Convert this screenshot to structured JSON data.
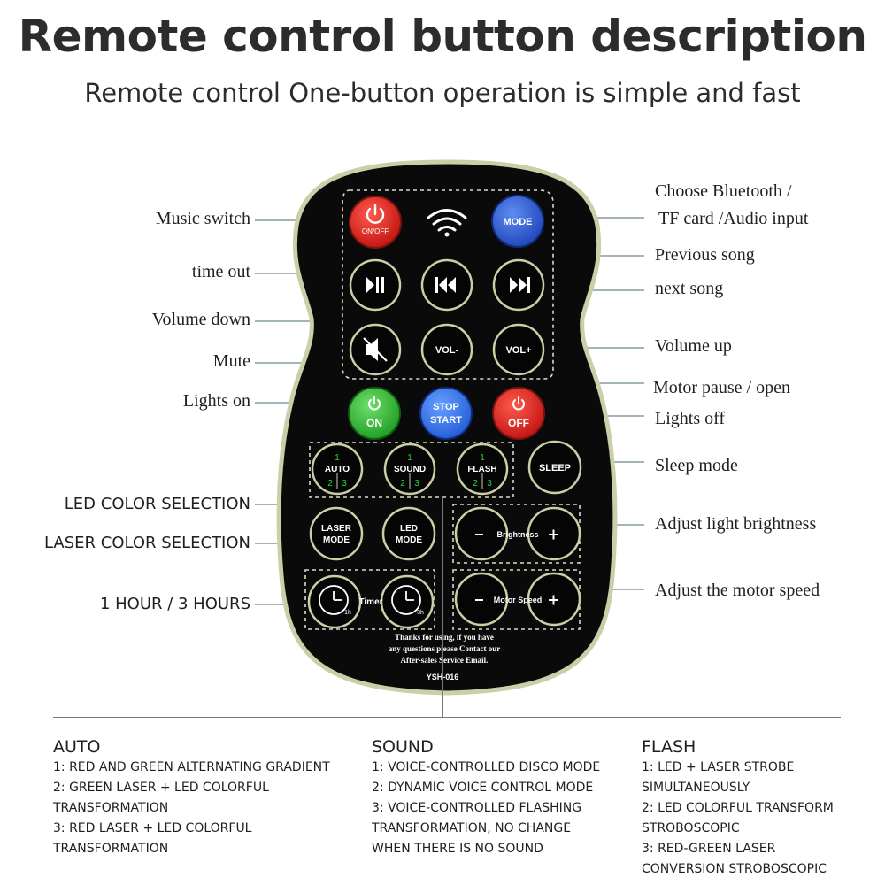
{
  "header": {
    "title": "Remote control button description",
    "subtitle": "Remote control One-button operation is simple and fast"
  },
  "remote": {
    "buttons": {
      "power": {
        "label": "ON/OFF",
        "color": "#e0251f"
      },
      "mode": {
        "label": "MODE",
        "color": "#2f5fd0"
      },
      "play_pause": {
        "label": ""
      },
      "previous": {
        "label": ""
      },
      "next": {
        "label": ""
      },
      "mute": {
        "label": ""
      },
      "vol_down": {
        "label": "VOL-"
      },
      "vol_up": {
        "label": "VOL+"
      },
      "lights_on": {
        "label": "ON",
        "color": "#2ab52e"
      },
      "stop_start": {
        "line1": "STOP",
        "line2": "START",
        "color": "#2f6fe0"
      },
      "lights_off": {
        "label": "OFF",
        "color": "#e0251f"
      },
      "auto": {
        "label": "AUTO"
      },
      "sound": {
        "label": "SOUND"
      },
      "flash": {
        "label": "FLASH"
      },
      "sleep": {
        "label": "SLEEP"
      },
      "laser_mode": {
        "line1": "LASER",
        "line2": "MODE"
      },
      "led_mode": {
        "line1": "LED",
        "line2": "MODE"
      },
      "brightness": {
        "label": "Brightness"
      },
      "timer": {
        "label": "Timer",
        "left": "1h",
        "right": "3h"
      },
      "motor_speed": {
        "label": "Motor Speed"
      }
    },
    "footer_lines": [
      "Thanks for using, if you have",
      "any questions please Contact our",
      "After-sales Service Email."
    ],
    "model": "YSH-016",
    "mode_numbers": [
      "1",
      "2",
      "3"
    ]
  },
  "labels": {
    "left": {
      "music_switch": "Music switch",
      "time_out": "time out",
      "volume_down": "Volume down",
      "mute": "Mute",
      "lights_on": "Lights on",
      "led_color": "LED COLOR SELECTION",
      "laser_color": "LASER COLOR SELECTION",
      "timer": "1 HOUR / 3 HOURS"
    },
    "right": {
      "choose_line1": "Choose Bluetooth /",
      "choose_line2": "TF card /Audio input",
      "previous_song": "Previous song",
      "next_song": "next song",
      "volume_up": "Volume up",
      "motor_pause": "Motor pause / open",
      "lights_off": "Lights off",
      "sleep_mode": "Sleep mode",
      "brightness": "Adjust light brightness",
      "motor_speed": "Adjust the motor speed"
    }
  },
  "modes": {
    "auto": {
      "title": "AUTO",
      "lines": [
        "1: RED AND GREEN ALTERNATING GRADIENT",
        "2: GREEN LASER + LED COLORFUL",
        "TRANSFORMATION",
        "3: RED LASER + LED COLORFUL",
        "TRANSFORMATION"
      ]
    },
    "sound": {
      "title": "SOUND",
      "lines": [
        "1: VOICE-CONTROLLED DISCO MODE",
        "2: DYNAMIC VOICE CONTROL MODE",
        "3: VOICE-CONTROLLED FLASHING",
        "TRANSFORMATION, NO CHANGE",
        "WHEN THERE IS NO SOUND"
      ]
    },
    "flash": {
      "title": "FLASH",
      "lines": [
        "1: LED + LASER STROBE",
        "SIMULTANEOUSLY",
        "2: LED COLORFUL TRANSFORM",
        "STROBOSCOPIC",
        "3: RED-GREEN LASER",
        "CONVERSION STROBOSCOPIC"
      ]
    }
  }
}
